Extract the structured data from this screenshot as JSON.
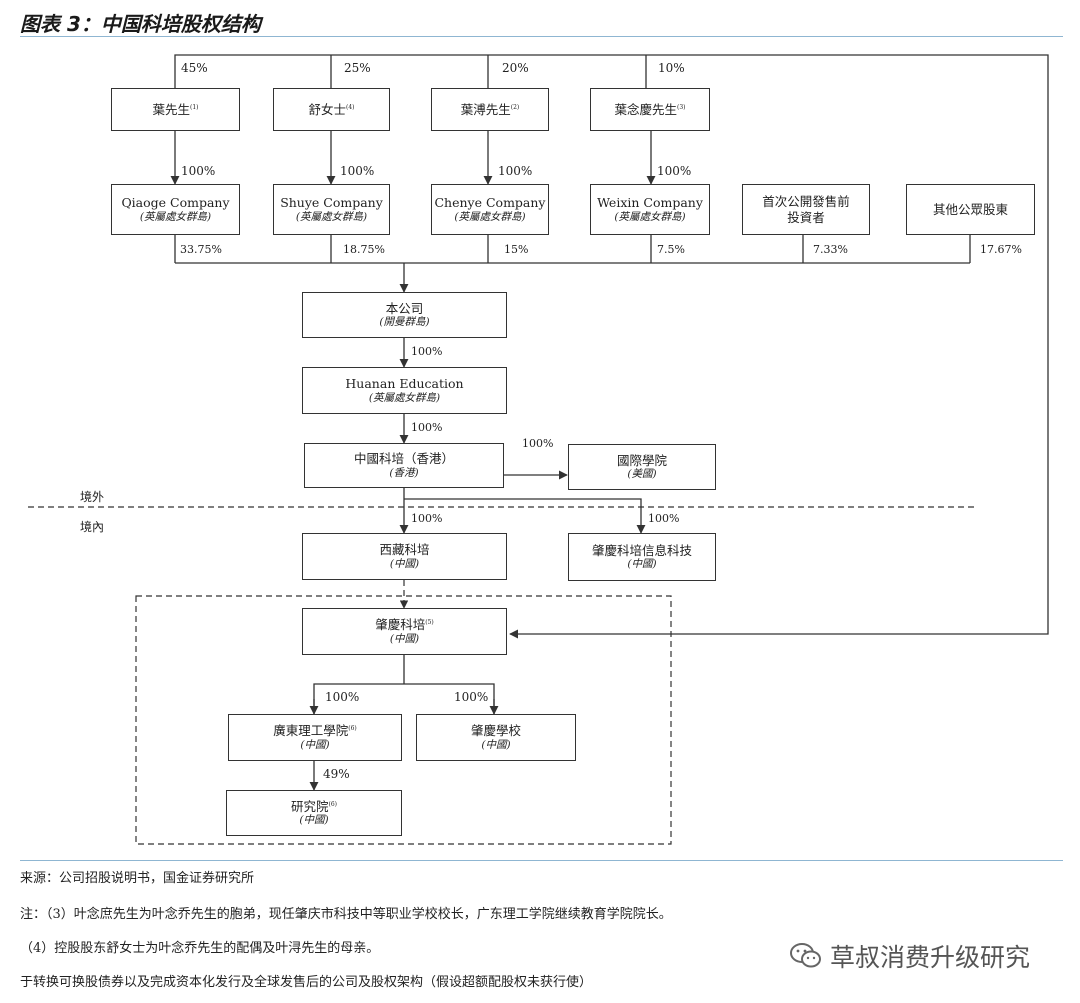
{
  "title": "图表 3：中国科培股权结构",
  "shareholders": [
    {
      "name": "葉先生",
      "sup": "(1)",
      "pct": "45%",
      "company": "Qiaoge Company",
      "company_loc": "(英屬處女群島)",
      "company_pct": "100%",
      "stake": "33.75%"
    },
    {
      "name": "舒女士",
      "sup": "(4)",
      "pct": "25%",
      "company": "Shuye Company",
      "company_loc": "(英屬處女群島)",
      "company_pct": "100%",
      "stake": "18.75%"
    },
    {
      "name": "葉溥先生",
      "sup": "(2)",
      "pct": "20%",
      "company": "Chenye Company",
      "company_loc": "(英屬處女群島)",
      "company_pct": "100%",
      "stake": "15%"
    },
    {
      "name": "葉念慶先生",
      "sup": "(3)",
      "pct": "10%",
      "company": "Weixin Company",
      "company_loc": "(英屬處女群島)",
      "company_pct": "100%",
      "stake": "7.5%"
    }
  ],
  "other_holders": [
    {
      "name_line1": "首次公開發售前",
      "name_line2": "投資者",
      "stake": "7.33%"
    },
    {
      "name": "其他公眾股東",
      "stake": "17.67%"
    }
  ],
  "company": {
    "name": "本公司",
    "loc": "(開曼群島)"
  },
  "huanan": {
    "name": "Huanan Education",
    "loc": "(英屬處女群島)",
    "pct": "100%"
  },
  "hk": {
    "name": "中國科培（香港）",
    "loc": "(香港)",
    "pct": "100%"
  },
  "intl": {
    "name": "國際學院",
    "loc": "(美國)",
    "pct": "100%"
  },
  "region": {
    "outside": "境外",
    "inside": "境內"
  },
  "tibet": {
    "name": "西藏科培",
    "loc": "(中國)",
    "pct": "100%"
  },
  "zq_info": {
    "name": "肇慶科培信息科技",
    "loc": "(中國)",
    "pct": "100%"
  },
  "zq_kp": {
    "name": "肇慶科培",
    "sup": "(5)",
    "loc": "(中國)"
  },
  "gd": {
    "name": "廣東理工學院",
    "sup": "(6)",
    "loc": "(中國)",
    "pct": "100%"
  },
  "zq_school": {
    "name": "肇慶學校",
    "loc": "(中國)",
    "pct": "100%"
  },
  "research": {
    "name": "研究院",
    "sup": "(6)",
    "loc": "(中國)",
    "pct": "49%"
  },
  "source": "来源：公司招股说明书，国金证券研究所",
  "notes": [
    "注：（3）叶念庶先生为叶念乔先生的胞弟，现任肇庆市科技中等职业学校校长，广东理工学院继续教育学院院长。",
    "（4）控股股东舒女士为叶念乔先生的配偶及叶浔先生的母亲。",
    "于转换可换股债券以及完成资本化发行及全球发售后的公司及股权架构（假设超额配股权未获行使）"
  ],
  "watermark": "草叔消费升级研究",
  "colors": {
    "rule": "#8fb6d2",
    "line": "#333333"
  }
}
